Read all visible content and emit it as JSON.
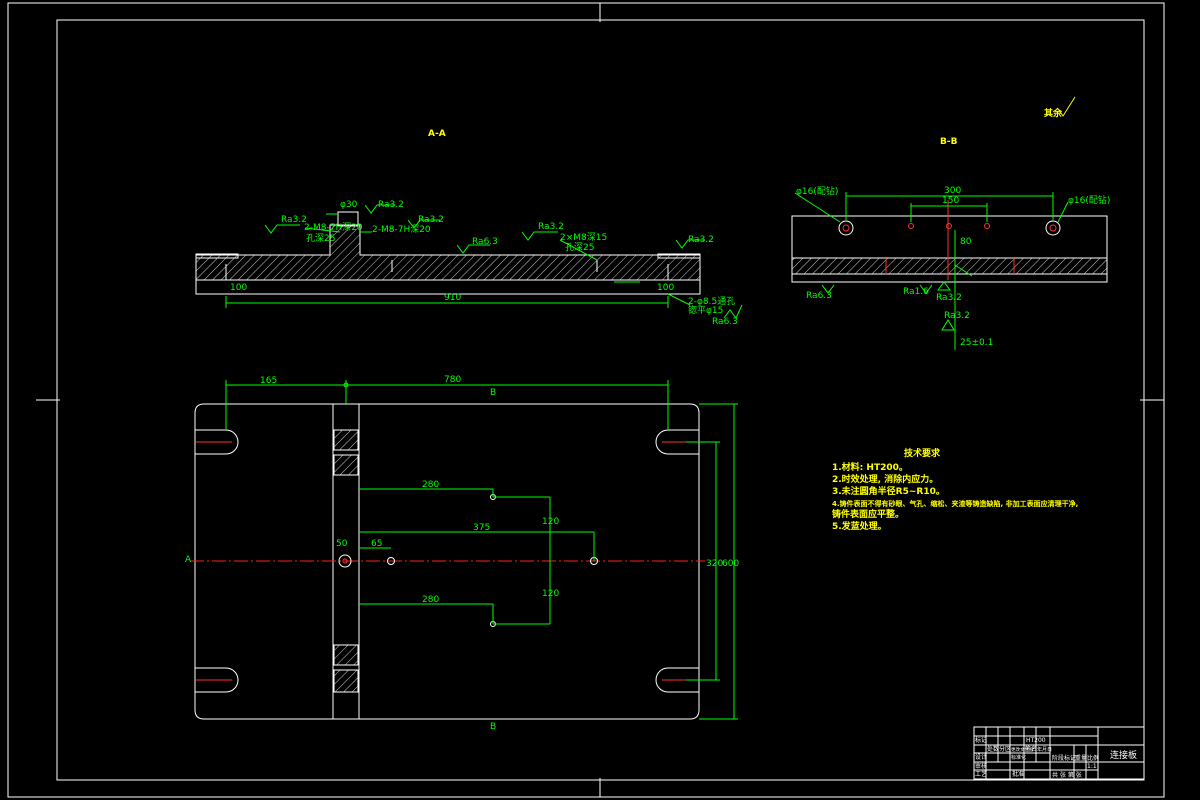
{
  "section_labels": {
    "aa": "A-A",
    "bb": "B-B"
  },
  "roughness_general": "其余",
  "tech_requirements": {
    "title": "技术要求",
    "items": [
      "1.材料: HT200。",
      "2.时效处理, 消除内应力。",
      "3.未注圆角半径R5~R10。",
      "4.铸件表面不得有砂眼、气孔、缩松、夹渣等铸造缺陷, 非加工表面应清理干净,",
      "铸件表面应平整。",
      "5.发蓝处理。"
    ]
  },
  "front_view": {
    "roughness": [
      "Ra3.2",
      "Ra3.2",
      "Ra3.2",
      "Ra6.3",
      "Ra3.2",
      "Ra3.2",
      "Ra6.3"
    ],
    "hole_callouts": [
      "2-M8-7H深20",
      "孔深25",
      "2-M8-7H深20",
      "2×M8深15",
      "孔深25",
      "2-φ8.5通孔",
      "锪平φ15"
    ],
    "dims": {
      "left_step": "100",
      "total": "910",
      "right_step": "100",
      "boss": "φ30"
    }
  },
  "side_view": {
    "pin_left": "φ16(配钻)",
    "pin_right": "φ16(配钻)",
    "dims": {
      "top_span": "300",
      "mid_span": "150",
      "height": "80",
      "vertical": "25±0.1"
    },
    "roughness": [
      "Ra6.3",
      "Ra1.6",
      "Ra3.2",
      "Ra3.2"
    ]
  },
  "plan_view": {
    "dims": {
      "top_left": "165",
      "top_total": "780",
      "hole1": "280",
      "hole2": "375",
      "hole3": "280",
      "small": "65",
      "height_right1": "120",
      "height_right2": "120",
      "left_mark": "A",
      "center_mark": "50",
      "right_total": "600",
      "right_inner": "320"
    },
    "top_section": "B",
    "bottom_section": "B"
  },
  "title_block": {
    "part_name": "连接板",
    "material": "HT200",
    "scale": "1:1",
    "labels": [
      "标记",
      "处数",
      "分区",
      "更改文件号",
      "签名",
      "年月日",
      "设计",
      "标准化",
      "审核",
      "工艺",
      "批准",
      "阶段标记",
      "重量",
      "比例",
      "共 张 第 张"
    ]
  },
  "colors": {
    "frame": "#ffffff",
    "dimension": "#00ff00",
    "text": "#ffff00",
    "centerline": "#ff2020",
    "background": "#000000"
  }
}
